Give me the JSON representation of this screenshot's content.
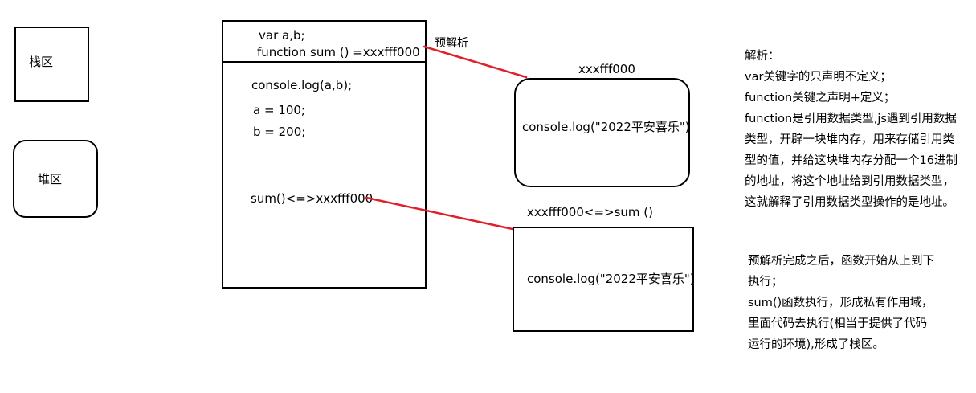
{
  "legend": {
    "stack_label": "栈区",
    "heap_label": "堆区"
  },
  "stack_frame": {
    "top_line1": "var a,b;",
    "top_line2": "function sum  ()  =xxxfff000",
    "body_line1": "console.log(a,b);",
    "body_line2": "a = 100;",
    "body_line3": "b = 200;",
    "body_line4": "sum()<=>xxxfff000"
  },
  "preparse_label": "预解析",
  "heap_block": {
    "address": "xxxfff000",
    "content": "console.log(\"2022平安喜乐\")"
  },
  "exec_block": {
    "address": "xxxfff000<=>sum  ()",
    "content": "console.log(\"2022平安喜乐\")"
  },
  "explanation": {
    "lines": [
      "解析：",
      "var关键字的只声明不定义；",
      "function关键之声明+定义；",
      "function是引用数据类型,js遇到引用数据",
      "类型，开辟一块堆内存，用来存储引用类",
      "型的值，并给这块堆内存分配一个16进制",
      "的地址，将这个地址给到引用数据类型，",
      "这就解释了引用数据类型操作的是地址。"
    ]
  },
  "execution_note": {
    "lines": [
      "预解析完成之后，函数开始从上到下",
      "执行；",
      "sum()函数执行，形成私有作用域，",
      "里面代码去执行(相当于提供了代码",
      "运行的环境),形成了栈区。"
    ]
  },
  "colors": {
    "arrow": "#e0202a",
    "stroke": "#000000"
  }
}
